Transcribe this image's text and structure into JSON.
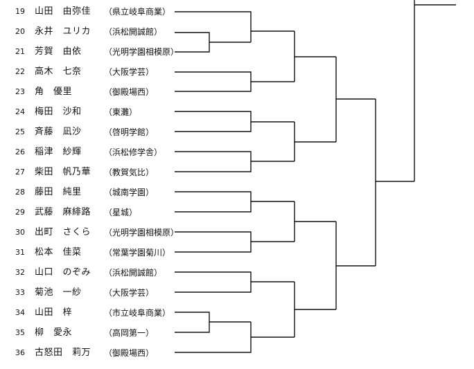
{
  "players": [
    {
      "seed": "19",
      "name": "山田　由弥佳",
      "school": "（県立岐阜商業）"
    },
    {
      "seed": "20",
      "name": "永井　ユリカ",
      "school": "（浜松開誠館）"
    },
    {
      "seed": "21",
      "name": "芳賀　由依",
      "school": "（光明学園相模原）"
    },
    {
      "seed": "22",
      "name": "高木　七奈",
      "school": "（大阪学芸）"
    },
    {
      "seed": "23",
      "name": "角　優里",
      "school": "（御殿場西）"
    },
    {
      "seed": "24",
      "name": "梅田　沙和",
      "school": "（東灘）"
    },
    {
      "seed": "25",
      "name": "斉藤　凪沙",
      "school": "（啓明学館）"
    },
    {
      "seed": "26",
      "name": "稲津　紗輝",
      "school": "（浜松修学舎）"
    },
    {
      "seed": "27",
      "name": "柴田　帆乃華",
      "school": "（教賀気比）"
    },
    {
      "seed": "28",
      "name": "藤田　純里",
      "school": "（城南学園）"
    },
    {
      "seed": "29",
      "name": "武藤　麻緋路",
      "school": "（星城）"
    },
    {
      "seed": "30",
      "name": "出町　さくら",
      "school": "（光明学園相模原）"
    },
    {
      "seed": "31",
      "name": "松本　佳菜",
      "school": "（常葉学園菊川）"
    },
    {
      "seed": "32",
      "name": "山口　のぞみ",
      "school": "（浜松開誠館）"
    },
    {
      "seed": "33",
      "name": "菊池　一紗",
      "school": "（大阪学芸）"
    },
    {
      "seed": "34",
      "name": "山田　梓",
      "school": "（市立岐阜商業）"
    },
    {
      "seed": "35",
      "name": "柳　愛永",
      "school": "（高岡第一）"
    },
    {
      "seed": "36",
      "name": "古怒田　莉万",
      "school": "（御殿場西）"
    }
  ]
}
